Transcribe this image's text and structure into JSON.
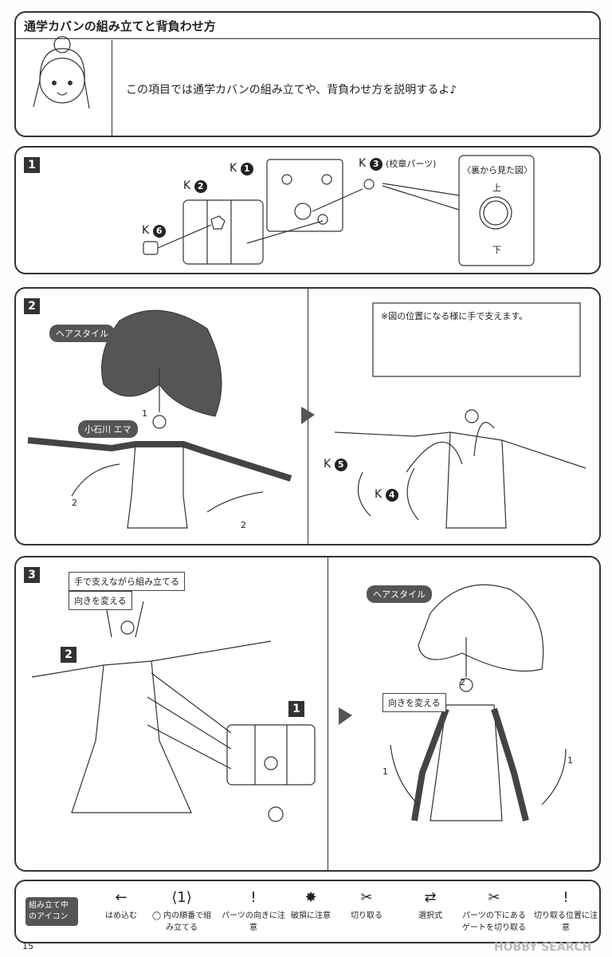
{
  "header": {
    "title": "通学カバンの組み立てと背負わせ方",
    "intro": "この項目では通学カバンの組み立てや、背負わせ方を説明するよ♪"
  },
  "step1": {
    "number": "1",
    "parts": {
      "k1": "K",
      "k1n": "1",
      "k2": "K",
      "k2n": "2",
      "k3": "K",
      "k3n": "3",
      "k3note": "(校章パーツ)",
      "k6": "K",
      "k6n": "6"
    },
    "inset": {
      "title": "〈裏から見た図〉",
      "top": "上",
      "bottom": "下"
    }
  },
  "step2": {
    "number": "2",
    "hair_label": "ヘアスタイル",
    "body_label": "小石川 エマ",
    "order1": "1",
    "order2a": "2",
    "order2b": "2",
    "note": "※図の位置になる様に手で支えます。",
    "k5": "K",
    "k5n": "5",
    "k4": "K",
    "k4n": "4"
  },
  "step3": {
    "number": "3",
    "note1": "手で支えながら組み立てる",
    "note2": "向きを変える",
    "ref2": "2",
    "ref1": "1",
    "hair_label": "ヘアスタイル",
    "order2": "2",
    "turn_label": "向きを変える",
    "order1a": "1",
    "order1b": "1"
  },
  "legend": {
    "title": "組み立て中のアイコン",
    "items": [
      {
        "icon": "arrow-left-icon",
        "glyph": "←",
        "label": "はめ込む"
      },
      {
        "icon": "order-number-icon",
        "glyph": "⟨1⟩",
        "label": "◯ 内の順番で組み立てる"
      },
      {
        "icon": "part-direction-icon",
        "glyph": "!",
        "label": "パーツの向きに注意"
      },
      {
        "icon": "damage-caution-icon",
        "glyph": "✸",
        "label": "破損に注意"
      },
      {
        "icon": "cut-icon",
        "glyph": "✂",
        "label": "切り取る"
      },
      {
        "icon": "choice-icon",
        "glyph": "⇄",
        "label": "選択式"
      },
      {
        "icon": "gate-cut-icon",
        "glyph": "✂",
        "label": "パーツの下にあるゲートを切り取る"
      },
      {
        "icon": "cut-position-icon",
        "glyph": "!",
        "label": "切り取る位置に注意"
      }
    ]
  },
  "footer": {
    "page_number": "15",
    "watermark": "HOBBY SEARCH"
  }
}
